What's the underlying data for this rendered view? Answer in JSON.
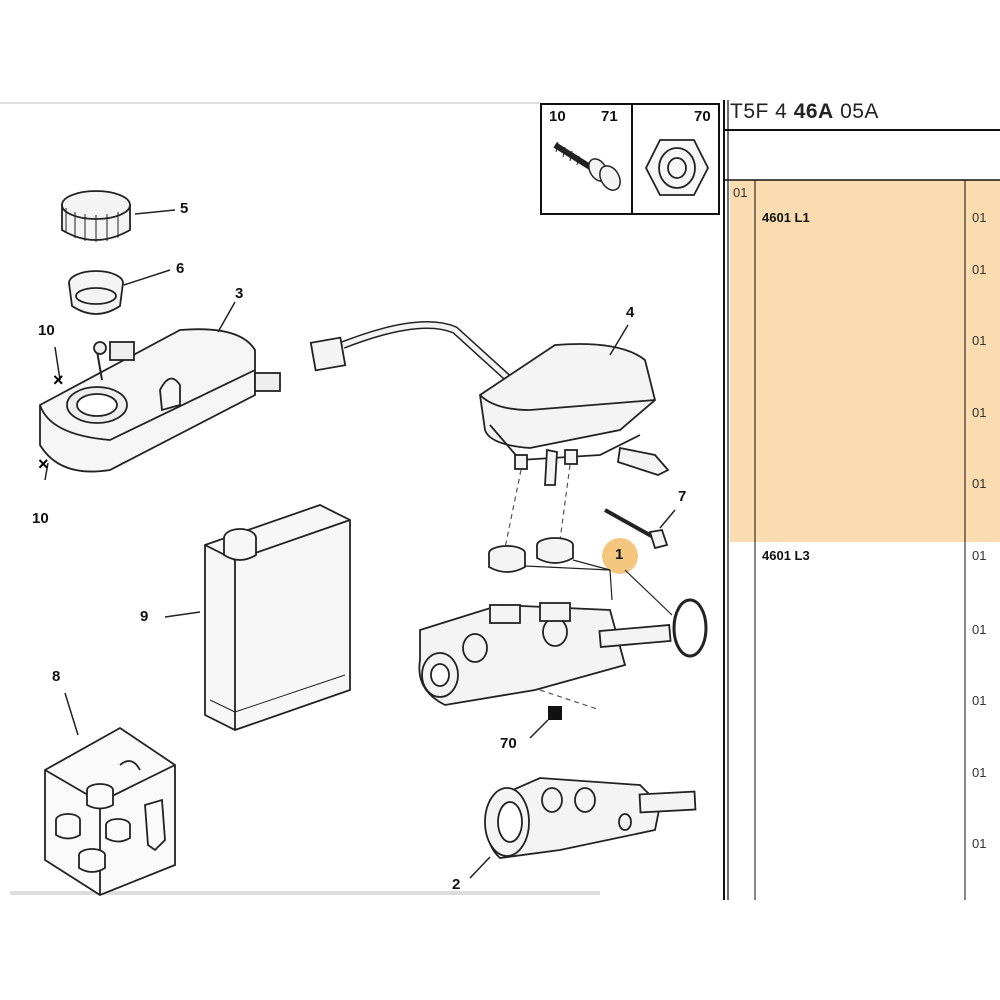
{
  "reference": {
    "prefix": "T5F 4",
    "bold": "46A",
    "suffix": "05A"
  },
  "inset": {
    "left_label_a": "10",
    "left_label_b": "71",
    "right_label": "70"
  },
  "callouts": [
    {
      "id": "c5",
      "label": "5"
    },
    {
      "id": "c6",
      "label": "6"
    },
    {
      "id": "c3",
      "label": "3"
    },
    {
      "id": "c10a",
      "label": "10"
    },
    {
      "id": "c10b",
      "label": "10"
    },
    {
      "id": "c4",
      "label": "4"
    },
    {
      "id": "c7",
      "label": "7"
    },
    {
      "id": "c1",
      "label": "1"
    },
    {
      "id": "c9",
      "label": "9"
    },
    {
      "id": "c8",
      "label": "8"
    },
    {
      "id": "c70",
      "label": "70"
    },
    {
      "id": "c2",
      "label": "2"
    }
  ],
  "table": {
    "variant_code": "01",
    "rows": [
      {
        "ref": "4601 L1",
        "qty": [
          "01",
          "01",
          "01",
          "01",
          "01"
        ]
      },
      {
        "ref": "4601 L3",
        "qty": [
          "01",
          "01",
          "01",
          "01",
          "01"
        ]
      }
    ]
  },
  "colors": {
    "highlight": "#fbdcb0",
    "callout_circle": "#f5c77e",
    "line": "#222222"
  }
}
